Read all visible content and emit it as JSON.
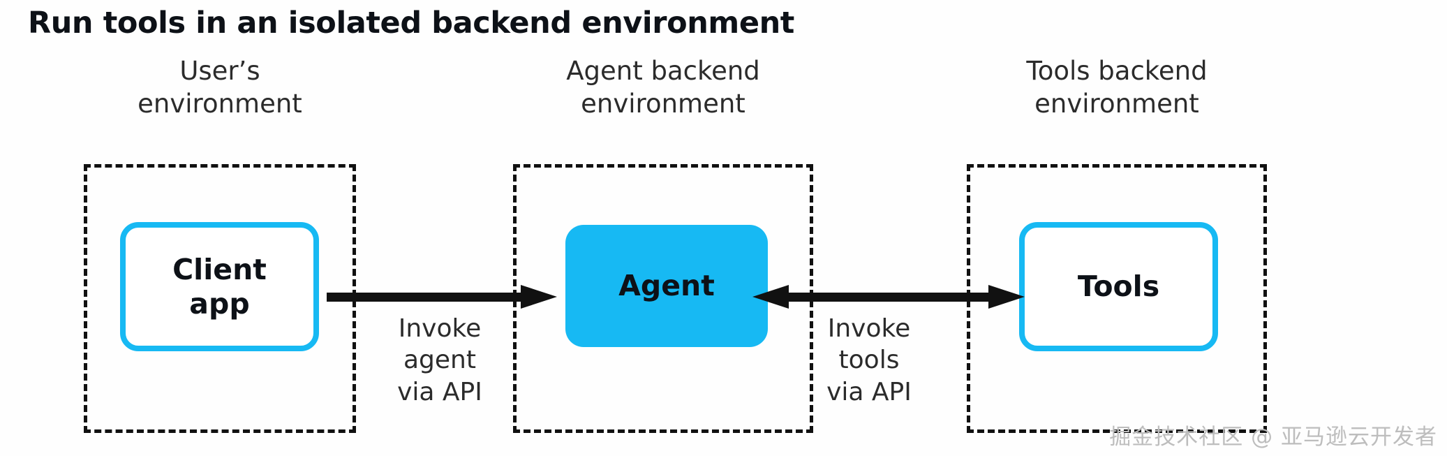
{
  "diagram": {
    "title": "Run tools in an isolated backend environment",
    "columns": [
      {
        "id": "user-environment",
        "header": "User’s\nenvironment",
        "node_label": "Client\napp",
        "node_style": "outline"
      },
      {
        "id": "agent-backend-environment",
        "header": "Agent backend\nenvironment",
        "node_label": "Agent",
        "node_style": "filled"
      },
      {
        "id": "tools-backend-environment",
        "header": "Tools backend\nenvironment",
        "node_label": "Tools",
        "node_style": "outline"
      }
    ],
    "connectors": [
      {
        "id": "client-to-agent",
        "caption": "Invoke\nagent\nvia API",
        "direction": "right",
        "from": "Client app",
        "to": "Agent"
      },
      {
        "id": "agent-to-tools",
        "caption": "Invoke\ntools\nvia API",
        "direction": "both",
        "from": "Agent",
        "to": "Tools"
      }
    ],
    "watermark": "掘金技术社区 @ 亚马逊云开发者",
    "colors": {
      "accent": "#17B9F3",
      "text": "#0d1117",
      "subtext": "#2b2b2b",
      "dashed_border": "#111111",
      "background": "#fefefe",
      "watermark": "#bdbdbd"
    }
  }
}
